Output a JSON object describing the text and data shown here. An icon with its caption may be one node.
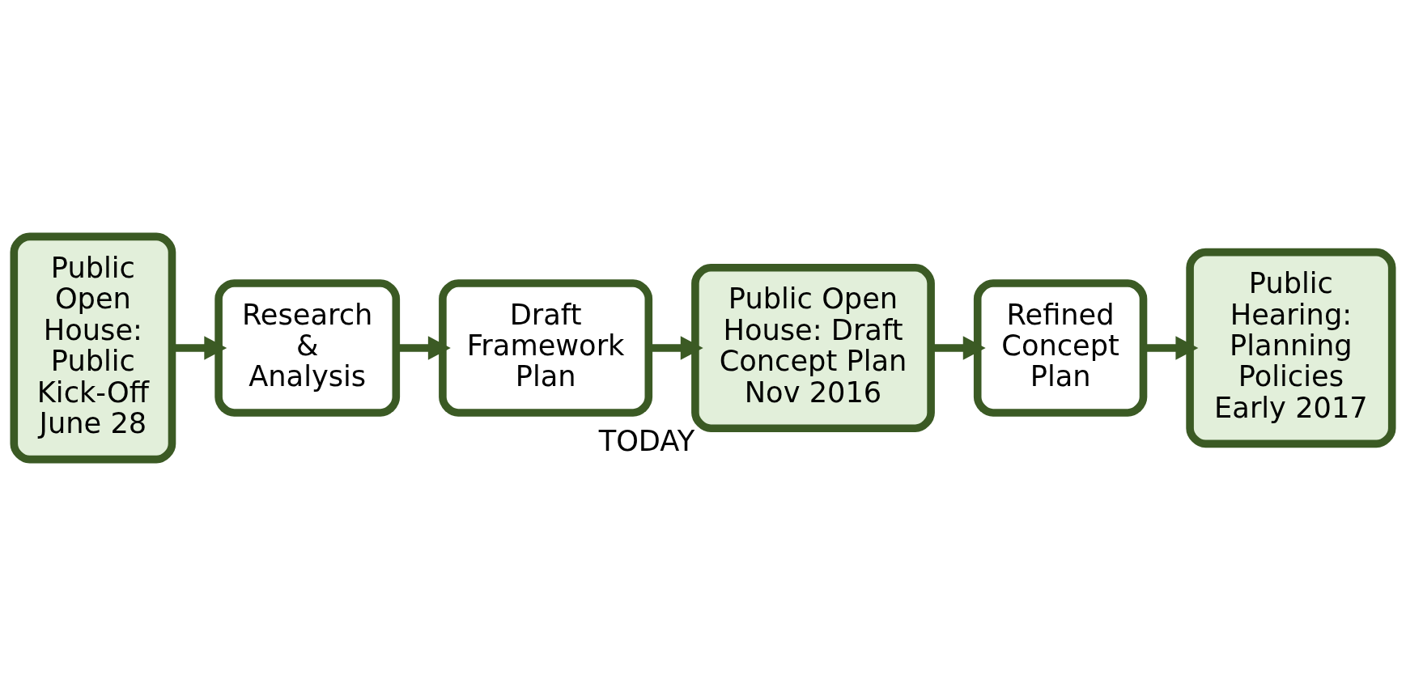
{
  "diagram": {
    "nodes": [
      {
        "text": [
          "Public Open House: Public Kick-Off June 28"
        ]
      },
      {
        "text": [
          "Research & Analysis"
        ]
      },
      {
        "text": [
          "Draft Framework Plan"
        ]
      },
      {
        "text": [
          "Public Open House: Draft Concept Plan Nov 2016"
        ],
        "beside": [
          "TODAY"
        ]
      },
      {
        "text": [
          "Refined Concept Plan"
        ]
      },
      {
        "text": [
          "Public Hearing: Planning Policies Early 2017"
        ]
      }
    ],
    "edges": [
      {
        "from": 0,
        "to": 1,
        "arrow": "to"
      },
      {
        "from": 1,
        "to": 2,
        "arrow": "to"
      },
      {
        "from": 2,
        "to": 3,
        "arrow": "to"
      },
      {
        "from": 3,
        "to": 4,
        "arrow": "to"
      },
      {
        "from": 4,
        "to": 5,
        "arrow": "to"
      }
    ]
  }
}
